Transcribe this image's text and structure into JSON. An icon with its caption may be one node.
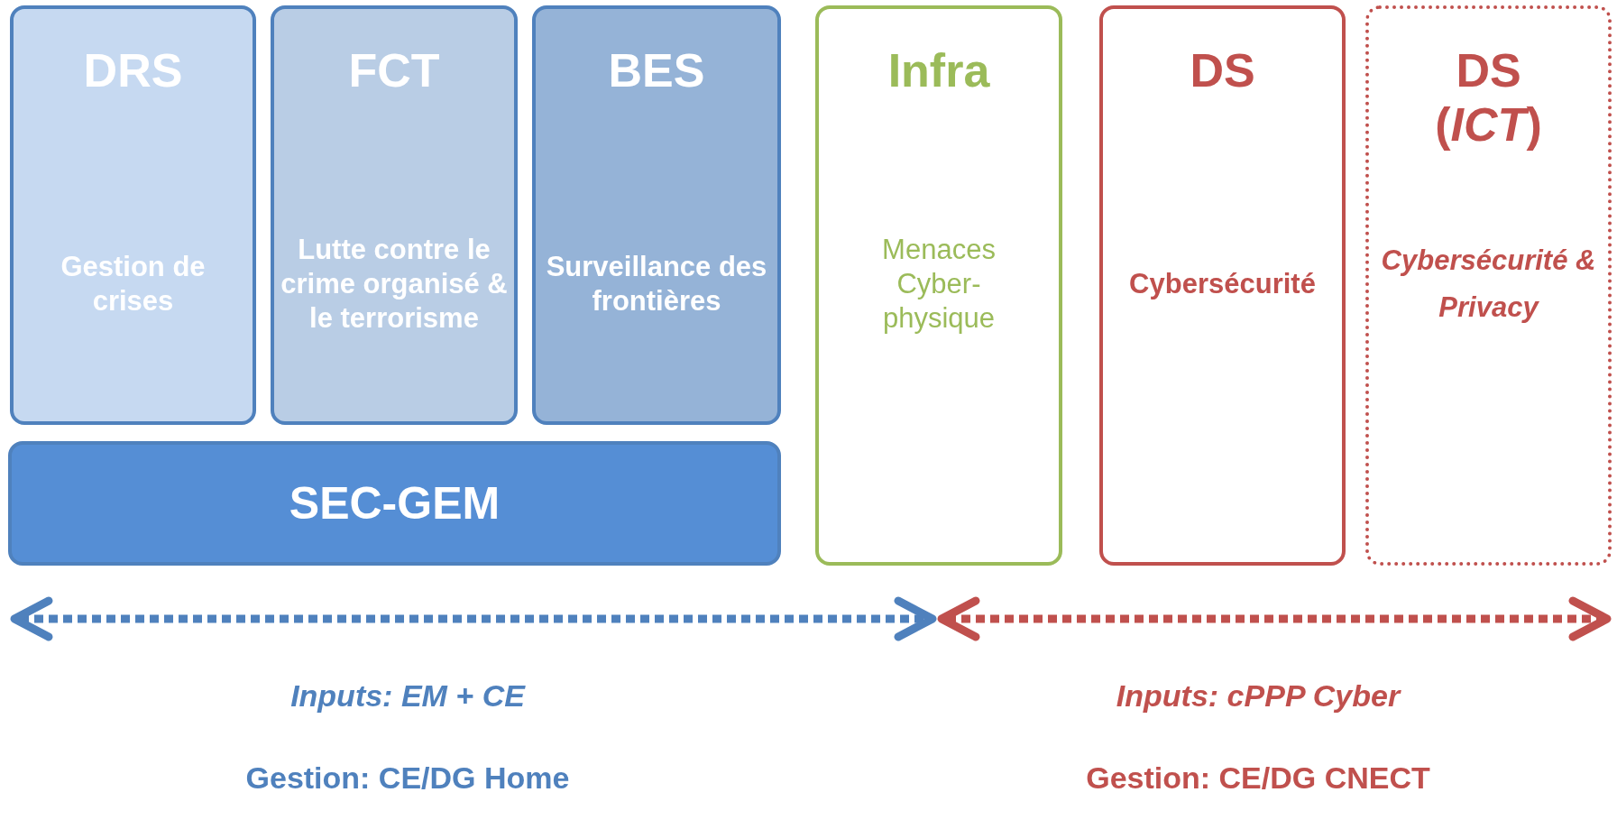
{
  "diagram": {
    "nodes": [
      {
        "text": [
          "DRS",
          "Gestion de crises"
        ]
      },
      {
        "text": [
          "FCT",
          "Lutte contre le crime organisé & le terrorisme"
        ]
      },
      {
        "text": [
          "BES",
          "Surveillance des frontières"
        ]
      },
      {
        "text": [
          "SEC-GEM"
        ]
      },
      {
        "text": [
          "Infra",
          "Menaces Cyber-physique"
        ]
      },
      {
        "text": [
          "DS",
          "Cybersécurité"
        ]
      },
      {
        "text": [
          "DS (*ICT*)",
          "Cybersécurité & Privacy"
        ]
      }
    ],
    "labels": [
      "Inputs: EM + CE",
      "Inputs: cPPP Cyber",
      "Gestion: CE/DG Home",
      "Gestion: CE/DG CNECT"
    ]
  }
}
